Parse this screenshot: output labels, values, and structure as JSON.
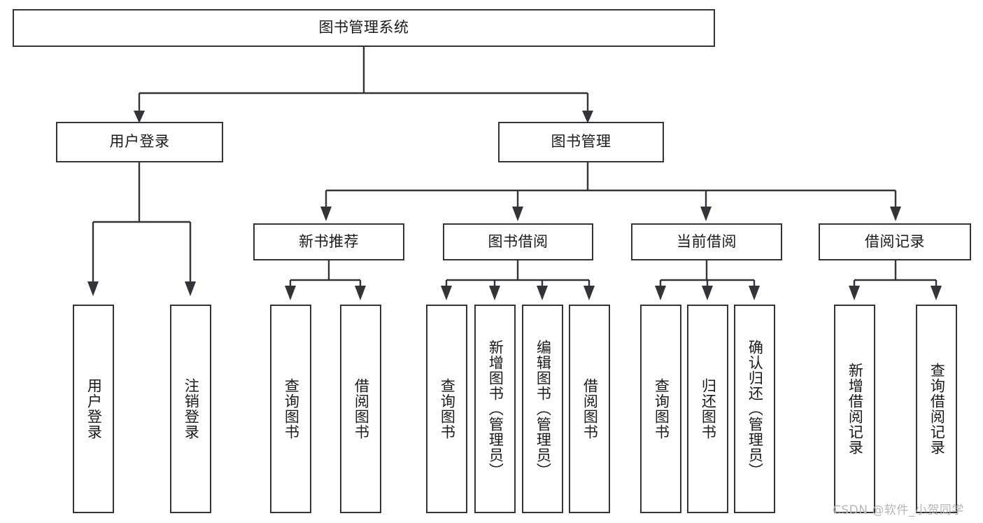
{
  "diagram": {
    "title": "图书管理系统",
    "type": "tree-hierarchy-chart",
    "root": {
      "label": "图书管理系统"
    },
    "level2": [
      {
        "label": "用户登录"
      },
      {
        "label": "图书管理"
      }
    ],
    "level3": [
      {
        "label": "新书推荐"
      },
      {
        "label": "图书借阅"
      },
      {
        "label": "当前借阅"
      },
      {
        "label": "借阅记录"
      }
    ],
    "leaves": {
      "user_login": [
        {
          "label": "用户登录"
        },
        {
          "label": "注销登录"
        }
      ],
      "new_book_recommend": [
        {
          "label": "查询图书"
        },
        {
          "label": "借阅图书"
        }
      ],
      "book_borrow": [
        {
          "label": "查询图书"
        },
        {
          "label": "新增图书（管理员）"
        },
        {
          "label": "编辑图书（管理员）"
        },
        {
          "label": "借阅图书"
        }
      ],
      "current_borrow": [
        {
          "label": "查询图书"
        },
        {
          "label": "归还图书"
        },
        {
          "label": "确认归还（管理员）"
        }
      ],
      "borrow_record": [
        {
          "label": "新增借阅记录"
        },
        {
          "label": "查询借阅记录"
        }
      ]
    }
  },
  "watermark": {
    "text": "CSDN @软件_小贺同学"
  },
  "colors": {
    "stroke": "#33333a",
    "background": "#ffffff",
    "text": "#1a1a1a",
    "watermark": "#b6b6bb"
  }
}
